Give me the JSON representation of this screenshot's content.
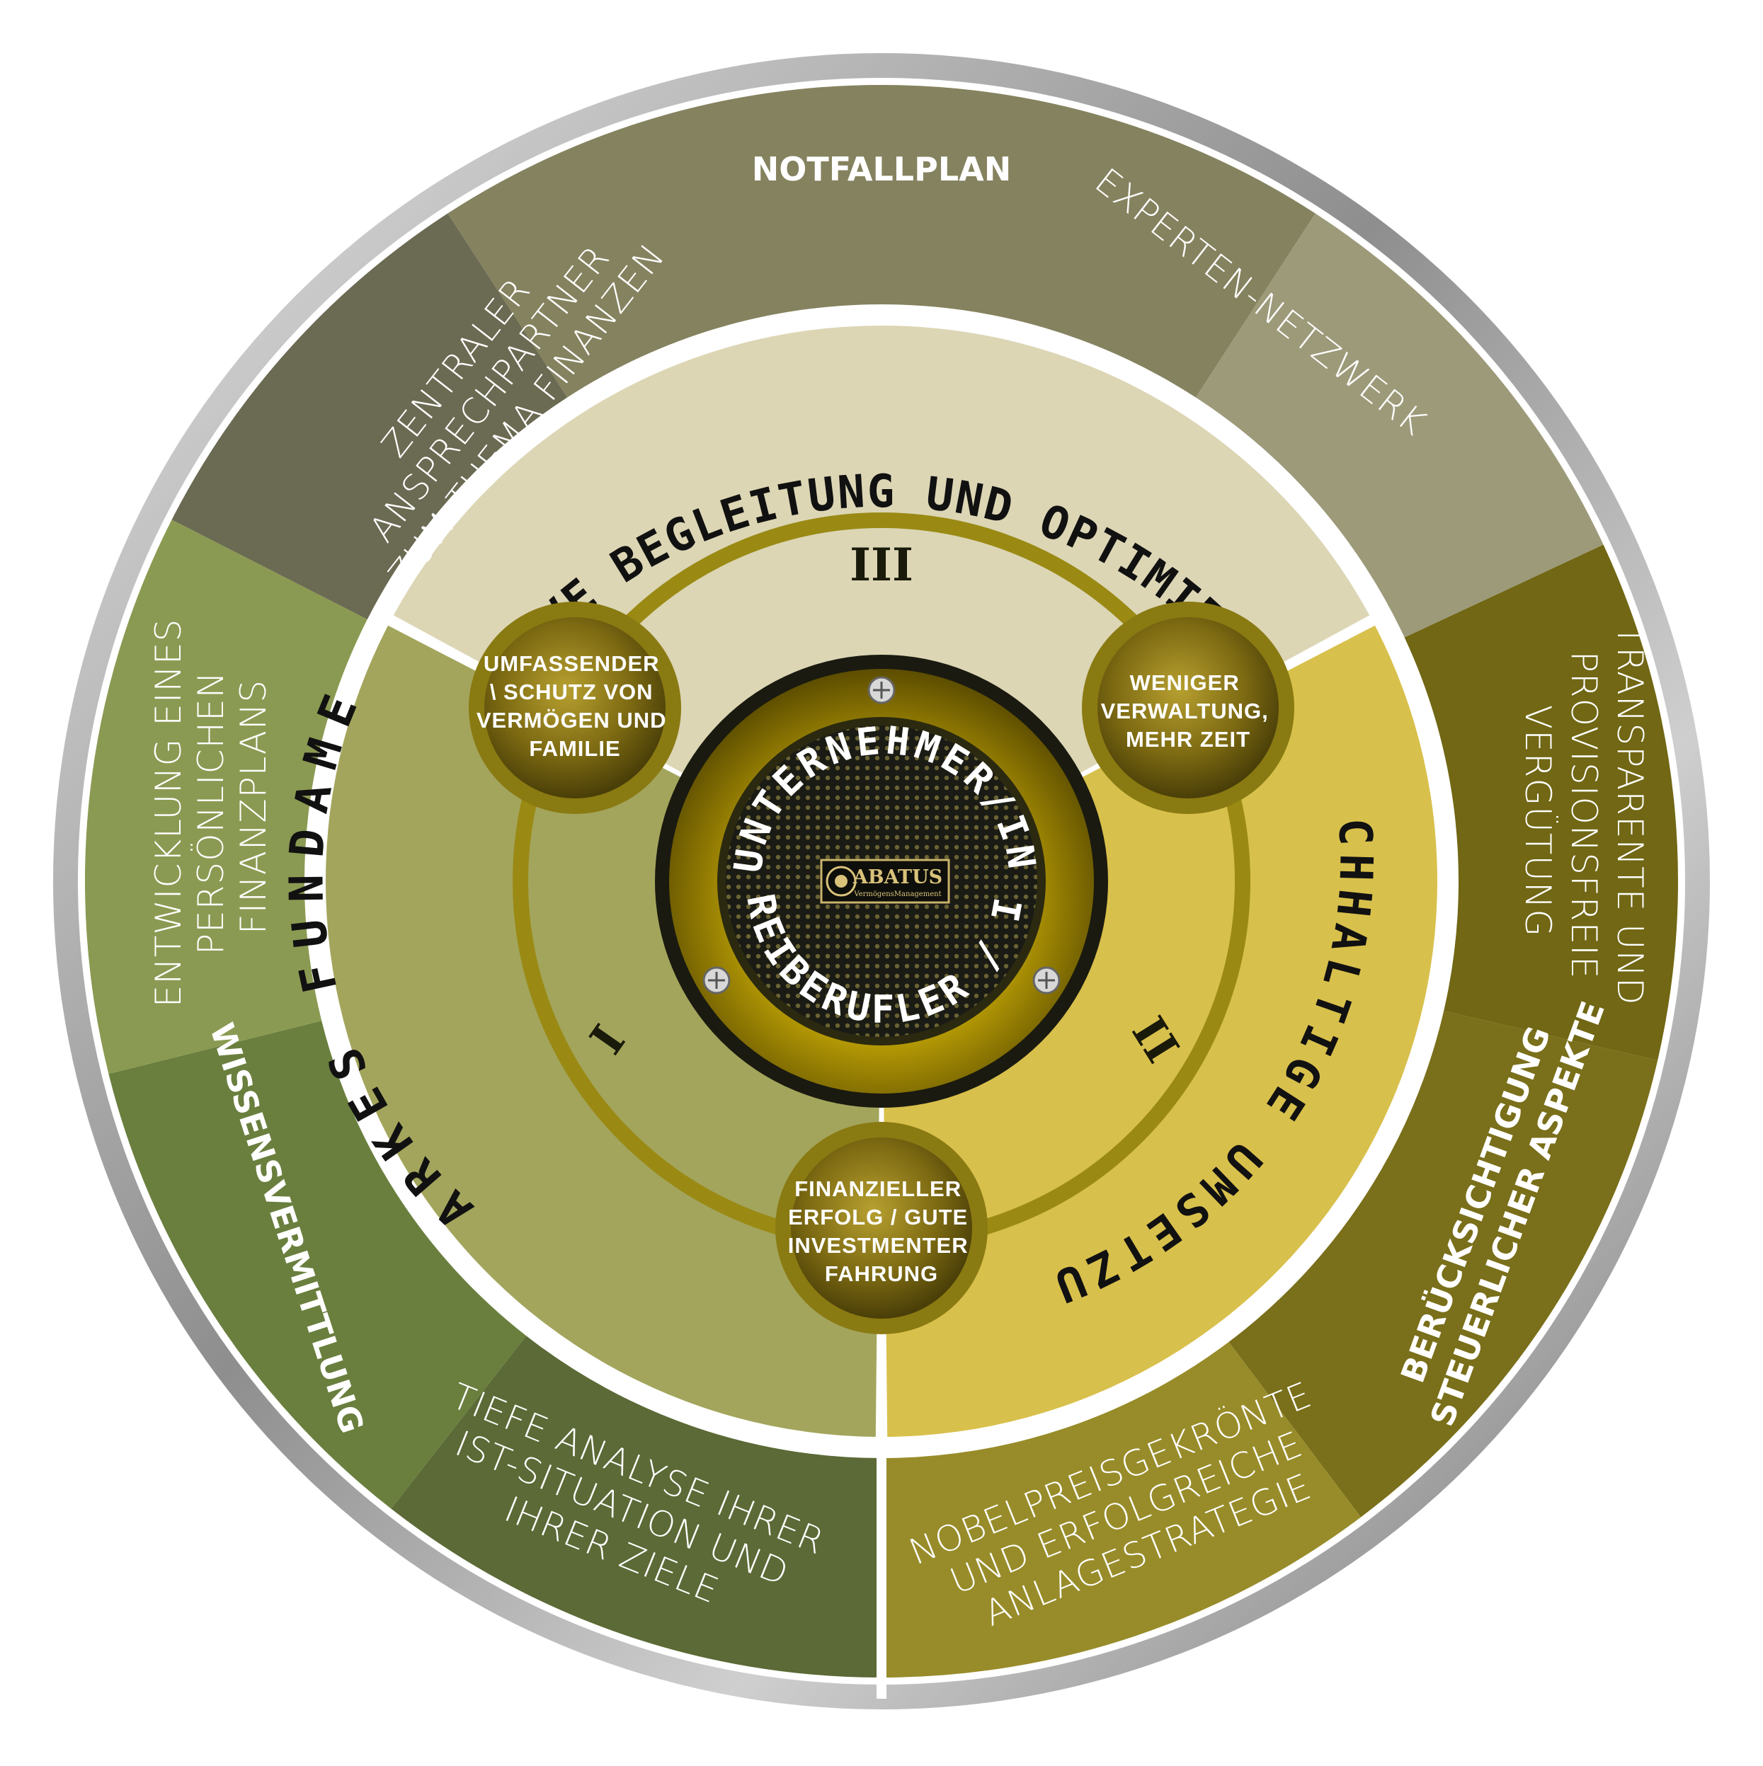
{
  "colors": {
    "outer_rim": "#a3a3a3",
    "seg_notfallplan": "#85825f",
    "seg_experten": "#9d9a7a",
    "seg_transparente": "#716714",
    "seg_steuer": "#7a6f1a",
    "seg_nobel": "#988c2a",
    "seg_tiefe": "#5b6a36",
    "seg_wissen": "#6a7f3e",
    "seg_entwicklung": "#8b9a52",
    "seg_zentraler": "#6b6a52",
    "ring_iii": "#dcd6b5",
    "ring_ii": "#d8c04c",
    "ring_i": "#a3a55c",
    "gold": "#c9b000"
  },
  "outer_segments": {
    "notfallplan": "NOTFALLPLAN",
    "experten": "EXPERTEN-NETZWERK",
    "transparente": [
      "TRANSPARENTE UND",
      "PROVISIONSFREIE",
      "VERGÜTUNG"
    ],
    "steuer": [
      "BERÜCKSICHTIGUNG",
      "STEUERLICHER ASPEKTE"
    ],
    "nobel": [
      "NOBELPREISGEKRÖNTE",
      "UND ERFOLGREICHE",
      "ANLAGESTRATEGIE"
    ],
    "tiefe": [
      "TIEFE ANALYSE IHRER",
      "IST-SITUATION UND",
      "IHRER ZIELE"
    ],
    "wissen": "WISSENSVERMITTLUNG",
    "entwicklung": [
      "ENTWICKLUNG EINES",
      "PERSÖNLICHEN",
      "FINANZPLANS"
    ],
    "zentraler": [
      "ZENTRALER",
      "ANSPRECHPARTNER",
      "ZUM THEMA FINANZEN"
    ]
  },
  "rings": {
    "iii": {
      "label": "AKTIVE BEGLEITUNG UND OPTIMIERUNG",
      "numeral": "III"
    },
    "i": {
      "label": "STARKES FUNDAMENT",
      "numeral": "I"
    },
    "ii": {
      "label": "NACHHALTIGE UMSETZUNG",
      "numeral": "II"
    }
  },
  "discs": {
    "left": [
      "UMFASSENDER",
      "\\ SCHUTZ VON",
      "VERMÖGEN UND",
      "FAMILIE"
    ],
    "right": [
      "WENIGER",
      "VERWALTUNG,",
      "MEHR ZEIT"
    ],
    "bottom": [
      "FINANZIELLER",
      "ERFOLG / GUTE",
      "INVESTMENTER",
      "FAHRUNG"
    ]
  },
  "center": {
    "top": "UNTERNEHMER/IN",
    "bottom": "FREIBERUFLER / IN",
    "logo_name": "ABATUS",
    "logo_sub": "VermögensManagement"
  }
}
